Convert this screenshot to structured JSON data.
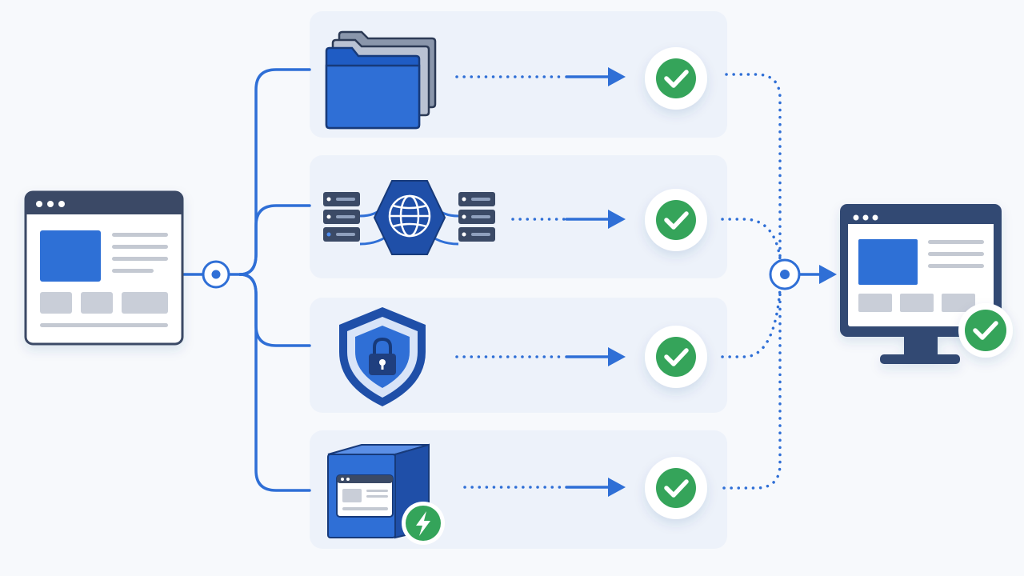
{
  "colors": {
    "background": "#f7f9fc",
    "panel": "#edf2fa",
    "accent_blue": "#2f6fd6",
    "dark_navy": "#1f3f7f",
    "slate": "#3b4a66",
    "success_green": "#34a45a",
    "placeholder_gray": "#c9ced8",
    "line_gray": "#c4c9d2"
  },
  "source": {
    "icon": "browser-window-icon"
  },
  "destination": {
    "icon": "desktop-monitor-icon",
    "status": "complete"
  },
  "rows": [
    {
      "icon": "folder-stack-icon",
      "status": "complete"
    },
    {
      "icon": "server-network-globe-icon",
      "status": "complete"
    },
    {
      "icon": "security-shield-lock-icon",
      "status": "complete"
    },
    {
      "icon": "app-package-bolt-icon",
      "status": "complete"
    }
  ]
}
